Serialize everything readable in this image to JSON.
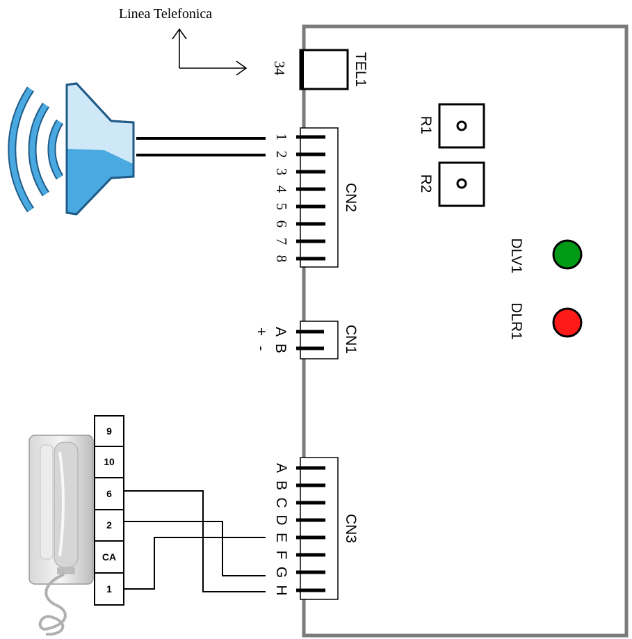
{
  "phone_line": {
    "label": "Linea Telefonica"
  },
  "tel1": {
    "name": "TEL1",
    "pins": "34"
  },
  "relays": [
    {
      "name": "R1"
    },
    {
      "name": "R2"
    }
  ],
  "leds": [
    {
      "name": "DLV1",
      "color": "#009a17"
    },
    {
      "name": "DLR1",
      "color": "#ff1a1a"
    }
  ],
  "cn2": {
    "name": "CN2",
    "pins": [
      "1",
      "2",
      "3",
      "4",
      "5",
      "6",
      "7",
      "8"
    ]
  },
  "cn1": {
    "name": "CN1",
    "pins": [
      "A",
      "B"
    ],
    "polarity": [
      "+",
      "-"
    ]
  },
  "cn3": {
    "name": "CN3",
    "pins": [
      "A",
      "B",
      "C",
      "D",
      "E",
      "F",
      "G",
      "H"
    ]
  },
  "terminal_block": {
    "labels": [
      "9",
      "10",
      "6",
      "2",
      "CA",
      "1"
    ]
  },
  "colors": {
    "board_border": "#7a7a7a",
    "speaker_blue": "#4aa9e0",
    "speaker_light": "#cfe8f7"
  }
}
